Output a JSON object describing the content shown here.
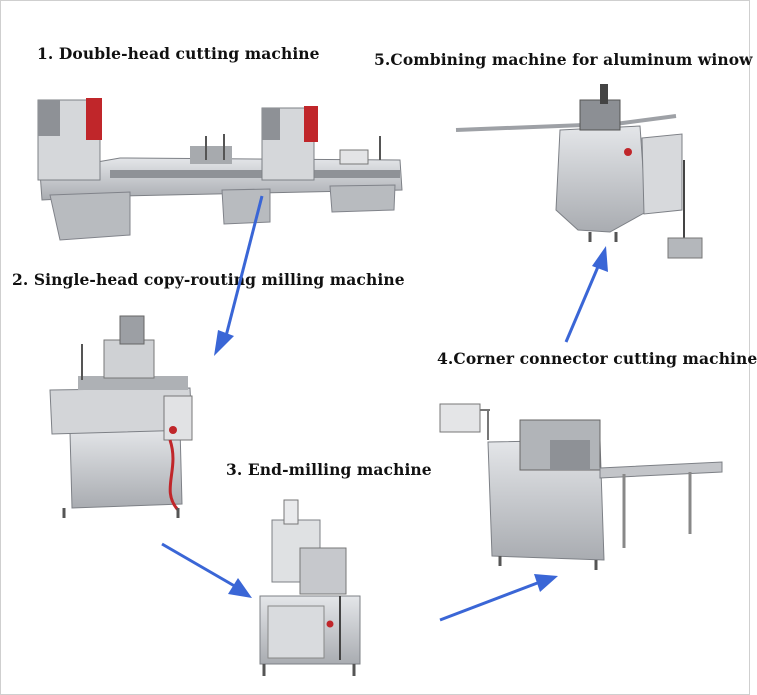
{
  "labels": {
    "step1": "1. Double-head cutting machine",
    "step2": "2. Single-head copy-routing milling machine",
    "step3": "3. End-milling machine",
    "step4": "4.Corner connector cutting machine",
    "step5": "5.Combining machine for aluminum winow"
  },
  "colors": {
    "arrow": "#3a66d6",
    "machine_body": "#c9cbcf",
    "machine_shadow": "#8e9196",
    "accent_red": "#c0262a"
  },
  "machines": [
    {
      "icon": "double-head-cutting-machine-icon"
    },
    {
      "icon": "copy-routing-milling-machine-icon"
    },
    {
      "icon": "end-milling-machine-icon"
    },
    {
      "icon": "corner-connector-cutting-machine-icon"
    },
    {
      "icon": "combining-machine-icon"
    }
  ]
}
